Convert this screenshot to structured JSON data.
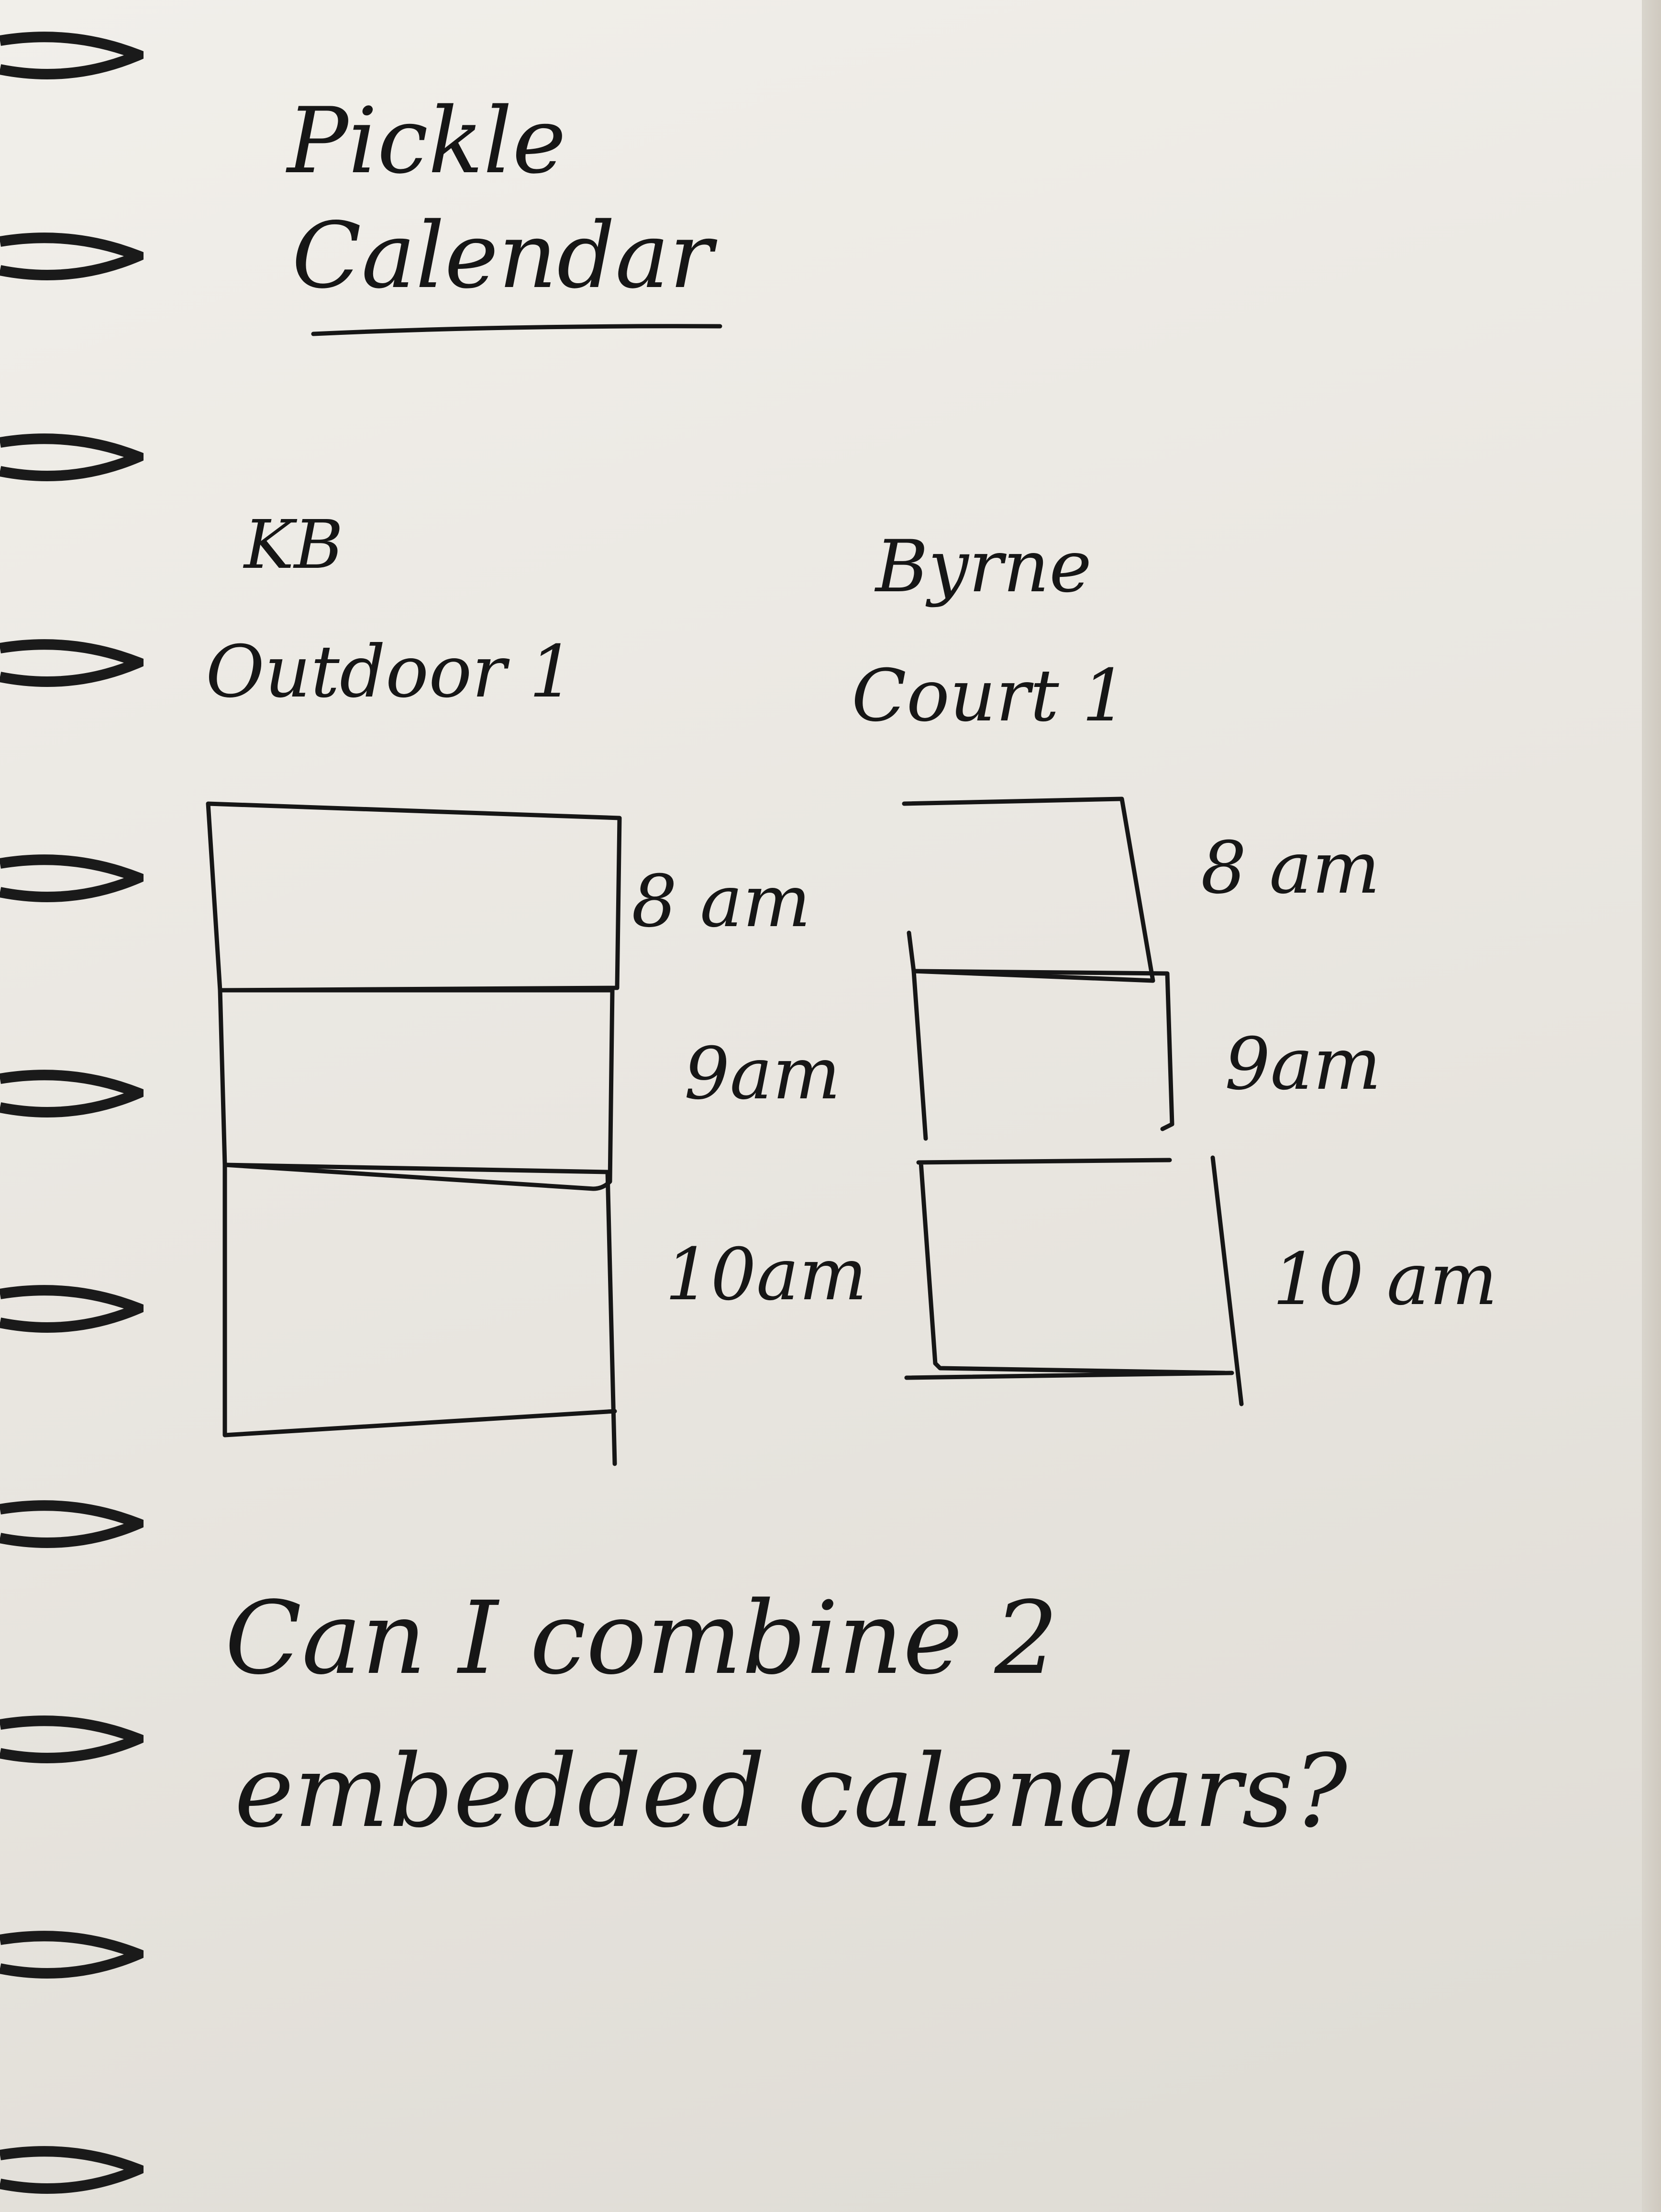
{
  "sketch": {
    "title_line1": "Pickle",
    "title_line2": "Calendar",
    "calendars": [
      {
        "site": "KB",
        "court": "Outdoor 1",
        "slots": [
          "8 am",
          "9am",
          "10am"
        ]
      },
      {
        "site": "Byrne",
        "court": "Court 1",
        "slots": [
          "8 am",
          "9am",
          "10 am"
        ]
      }
    ],
    "question_line1": "Can I combine 2",
    "question_line2": "embedded calendars?"
  },
  "colors": {
    "ink": "#161616",
    "paper": "#eeebe5",
    "binding": "#1a1a1a"
  }
}
